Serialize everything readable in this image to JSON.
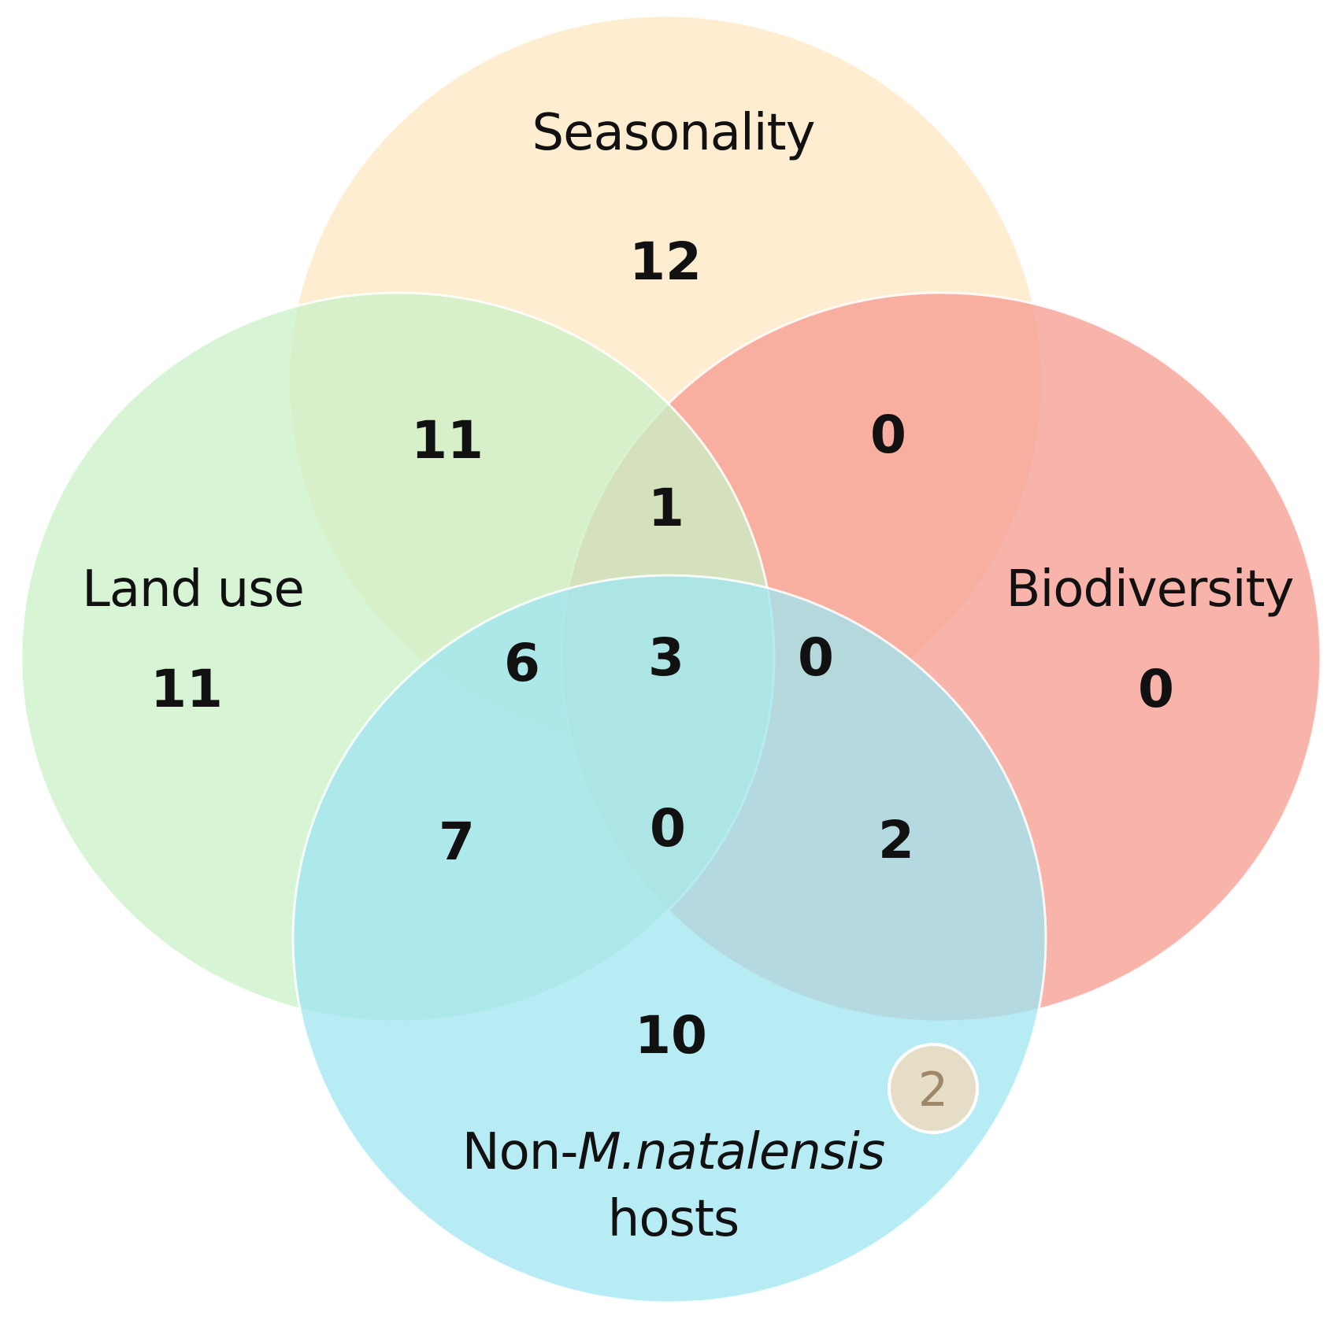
{
  "sets": {
    "seasonality": {
      "label": "Seasonality",
      "color": "#ffe7c2"
    },
    "biodiversity": {
      "label": "Biodiversity",
      "color": "#f69a8e"
    },
    "land_use": {
      "label": "Land use",
      "color": "#c9f0c6"
    },
    "non_host": {
      "label_prefix": "Non-",
      "label_italic": "M.natalensis",
      "label_line2": "hosts",
      "color": "#9fe5f1"
    }
  },
  "counts": {
    "seasonality_only": "12",
    "land_use_only": "11",
    "biodiversity_only": "0",
    "non_host_only": "10",
    "seasonality_land_use": "11",
    "seasonality_biodiversity": "0",
    "seasonality_land_use_biodiversity": "1",
    "seasonality_land_use_non_host": "6",
    "all_four": "3",
    "seasonality_biodiversity_non_host": "0",
    "land_use_non_host": "7",
    "land_use_biodiversity_non_host": "0",
    "biodiversity_non_host": "2"
  },
  "badge": {
    "value": "2"
  }
}
